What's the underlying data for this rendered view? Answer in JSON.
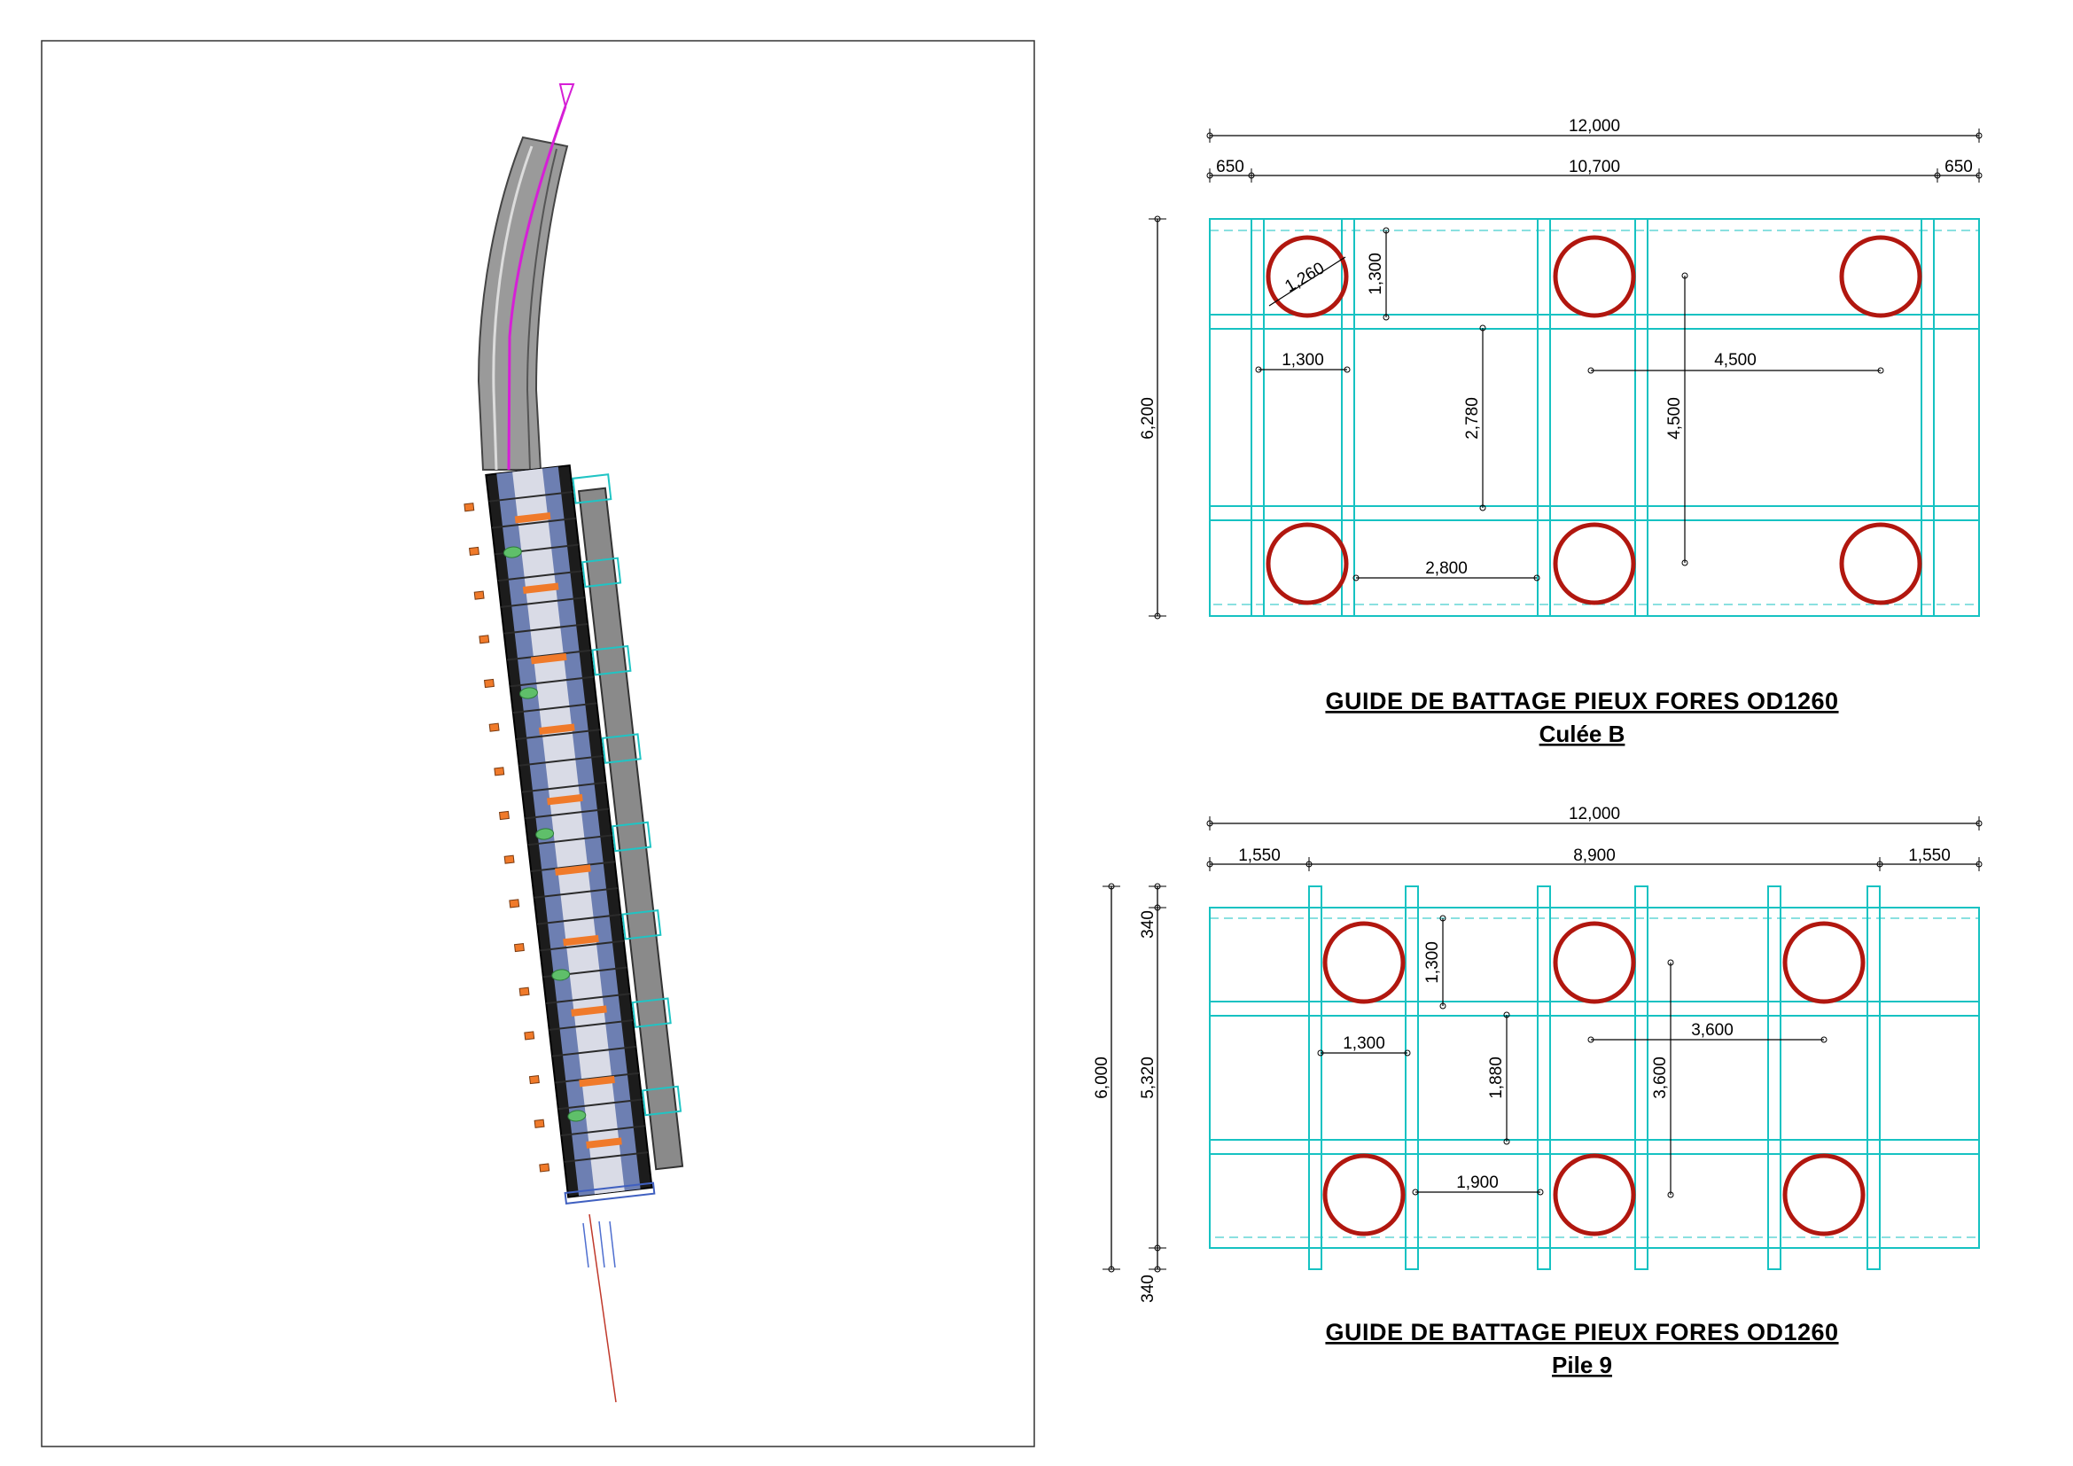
{
  "colors": {
    "frame_line": "#16c2c2",
    "pile_circle": "#b1170f",
    "dimension_line": "#000000",
    "alignment_line": "#d61fd6",
    "axis_line": "#c0392b",
    "deck_dark": "#1a1a1a",
    "marker_orange": "#f07a2a"
  },
  "plan_view": {
    "label": ""
  },
  "culee_b": {
    "dims": {
      "overall_width": "12,000",
      "edge_left": "650",
      "span_inner": "10,700",
      "edge_right": "650",
      "overall_height": "6,200",
      "pile_diameter": "1,260",
      "cell_height": "1,300",
      "cell_width": "1,300",
      "inner_height": "2,780",
      "pile_spacing_v": "4,500",
      "pile_spacing_h": "4,500",
      "gap_width": "2,800"
    },
    "title": "GUIDE DE BATTAGE PIEUX FORES OD1260",
    "subtitle": "Culée B"
  },
  "pile_9": {
    "dims": {
      "overall_width": "12,000",
      "edge_left": "1,550",
      "span_inner": "8,900",
      "edge_right": "1,550",
      "overall_height": "6,000",
      "inner_height_total": "5,320",
      "top_offset": "340",
      "bottom_offset": "340",
      "cell_height": "1,300",
      "cell_width": "1,300",
      "inner_height": "1,880",
      "pile_spacing_v": "3,600",
      "pile_spacing_h": "3,600",
      "gap_width": "1,900"
    },
    "title": "GUIDE DE BATTAGE PIEUX FORES OD1260",
    "subtitle": "Pile 9"
  }
}
